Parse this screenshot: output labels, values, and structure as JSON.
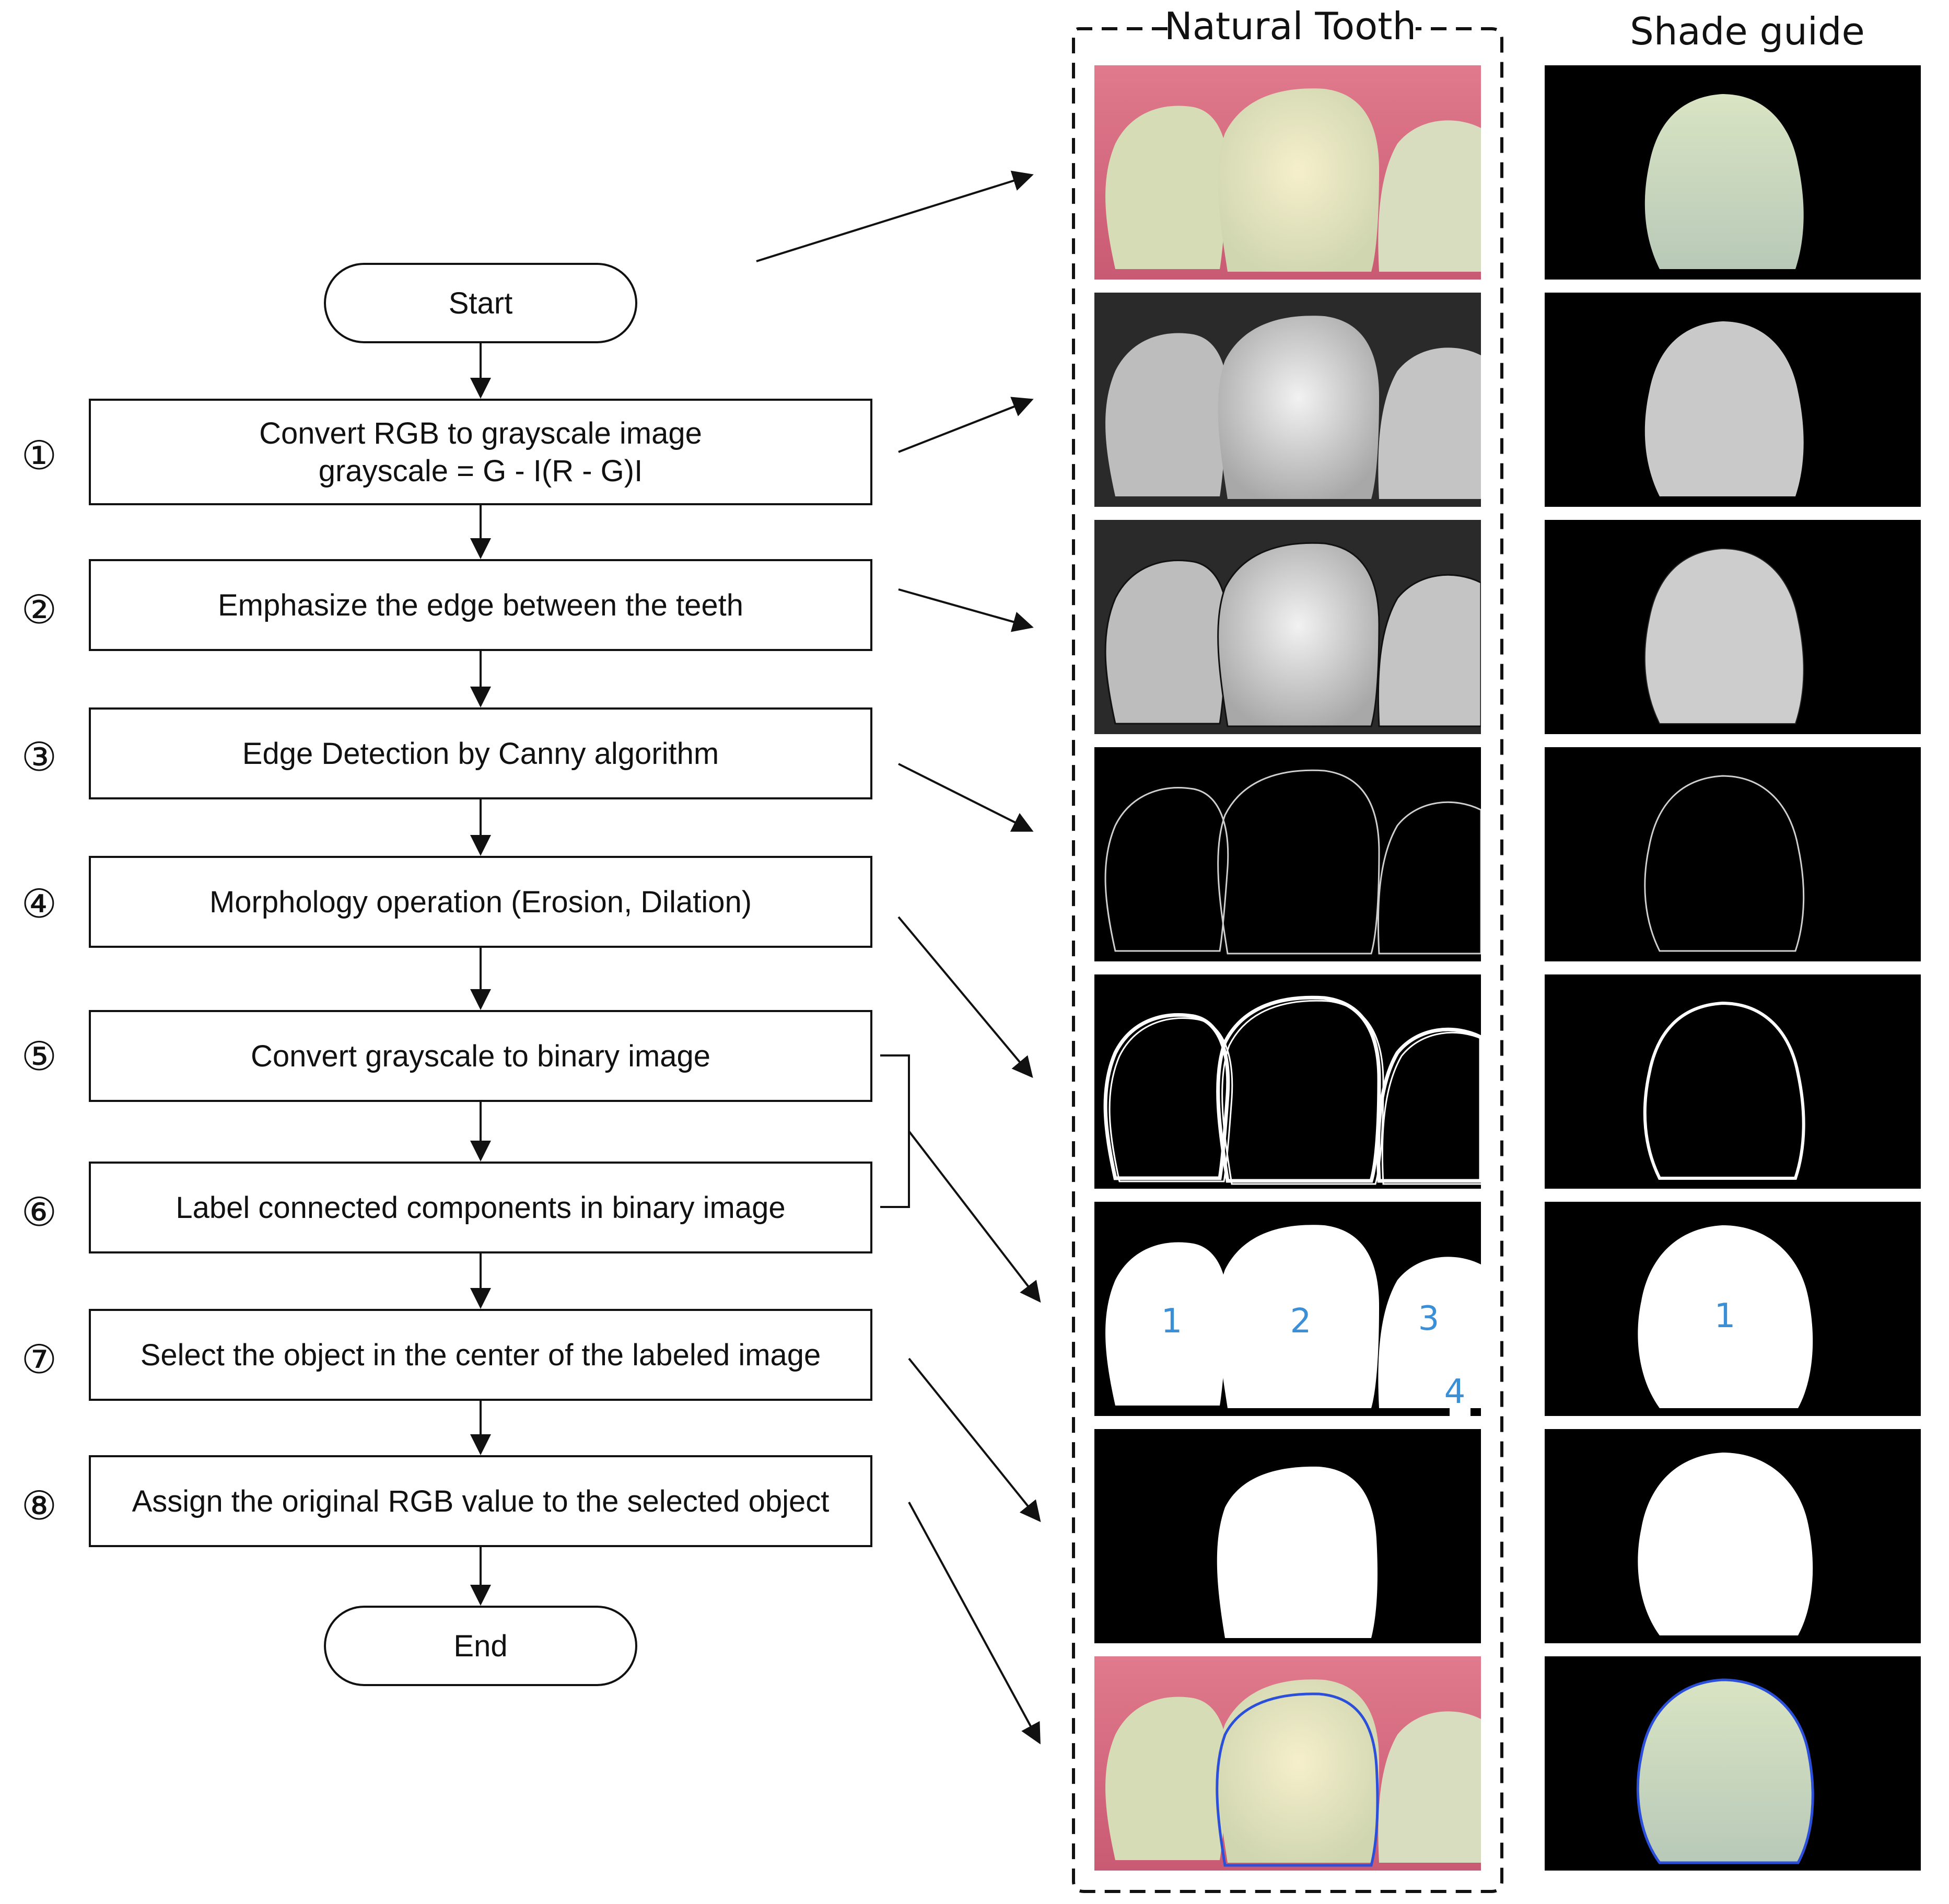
{
  "flowchart": {
    "start": "Start",
    "end": "End",
    "steps": [
      {
        "num": "①",
        "lines": [
          "Convert RGB to grayscale image",
          "grayscale = G - I(R - G)I"
        ]
      },
      {
        "num": "②",
        "lines": [
          "Emphasize the edge between the teeth"
        ]
      },
      {
        "num": "③",
        "lines": [
          "Edge Detection by Canny algorithm"
        ]
      },
      {
        "num": "④",
        "lines": [
          "Morphology operation (Erosion, Dilation)"
        ]
      },
      {
        "num": "⑤",
        "lines": [
          "Convert grayscale to binary image"
        ]
      },
      {
        "num": "⑥",
        "lines": [
          "Label connected components in binary image"
        ]
      },
      {
        "num": "⑦",
        "lines": [
          "Select the object in the center of the labeled image"
        ]
      },
      {
        "num": "⑧",
        "lines": [
          "Assign the original RGB value to the selected object"
        ]
      }
    ]
  },
  "columns": {
    "natural": "Natural Tooth",
    "shade": "Shade guide"
  },
  "labels": {
    "natural": [
      "1",
      "2",
      "3",
      "4"
    ],
    "shade": [
      "1"
    ]
  },
  "colors": {
    "gum": "#d56a80",
    "enamel": "#ece9c4",
    "outline": "#2b4fd8",
    "label_blue": "#3a8fd6",
    "panel_bg": "#000000"
  }
}
